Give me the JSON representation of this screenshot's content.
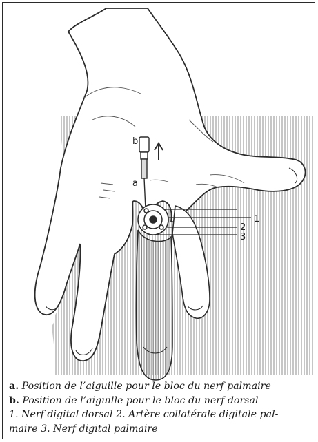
{
  "figure": {
    "labels": {
      "a": "a",
      "b": "b",
      "n1": "1",
      "n2": "2",
      "n3": "3"
    },
    "icon": "hand-nerve-block-illustration"
  },
  "caption": {
    "a_marker": "a.",
    "a_text": " Position de l’aiguille pour le bloc du nerf palmaire",
    "b_marker": "b.",
    "b_text": " Position de l’aiguille pour le bloc du nerf dorsal",
    "line3": "1. Nerf digital dorsal 2. Artère collatérale digitale pal-",
    "line4": "maire 3. Nerf digital palmaire"
  }
}
